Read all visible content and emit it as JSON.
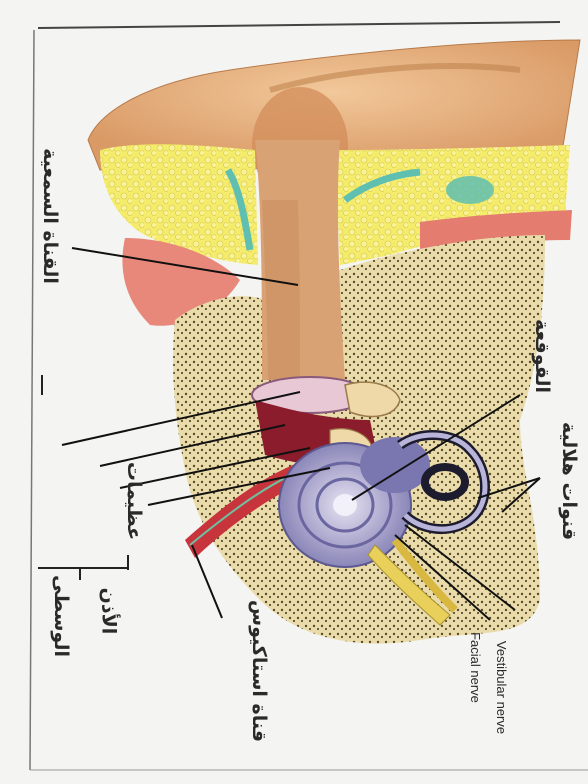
{
  "diagram": {
    "labels": {
      "ear_canal": "القناة السمعية",
      "cochlea": "القوقعة",
      "semicircular_canals": "قنوات هلالية",
      "eustachian_tube": "قناة استاكيوس",
      "middle_ear": "الوسطى",
      "ear_bracket_top": "الأذن",
      "small_ear_label": "عظيمات",
      "vestibular_nerve": "Vestibular nerve",
      "facial_nerve": "Facial nerve"
    }
  }
}
